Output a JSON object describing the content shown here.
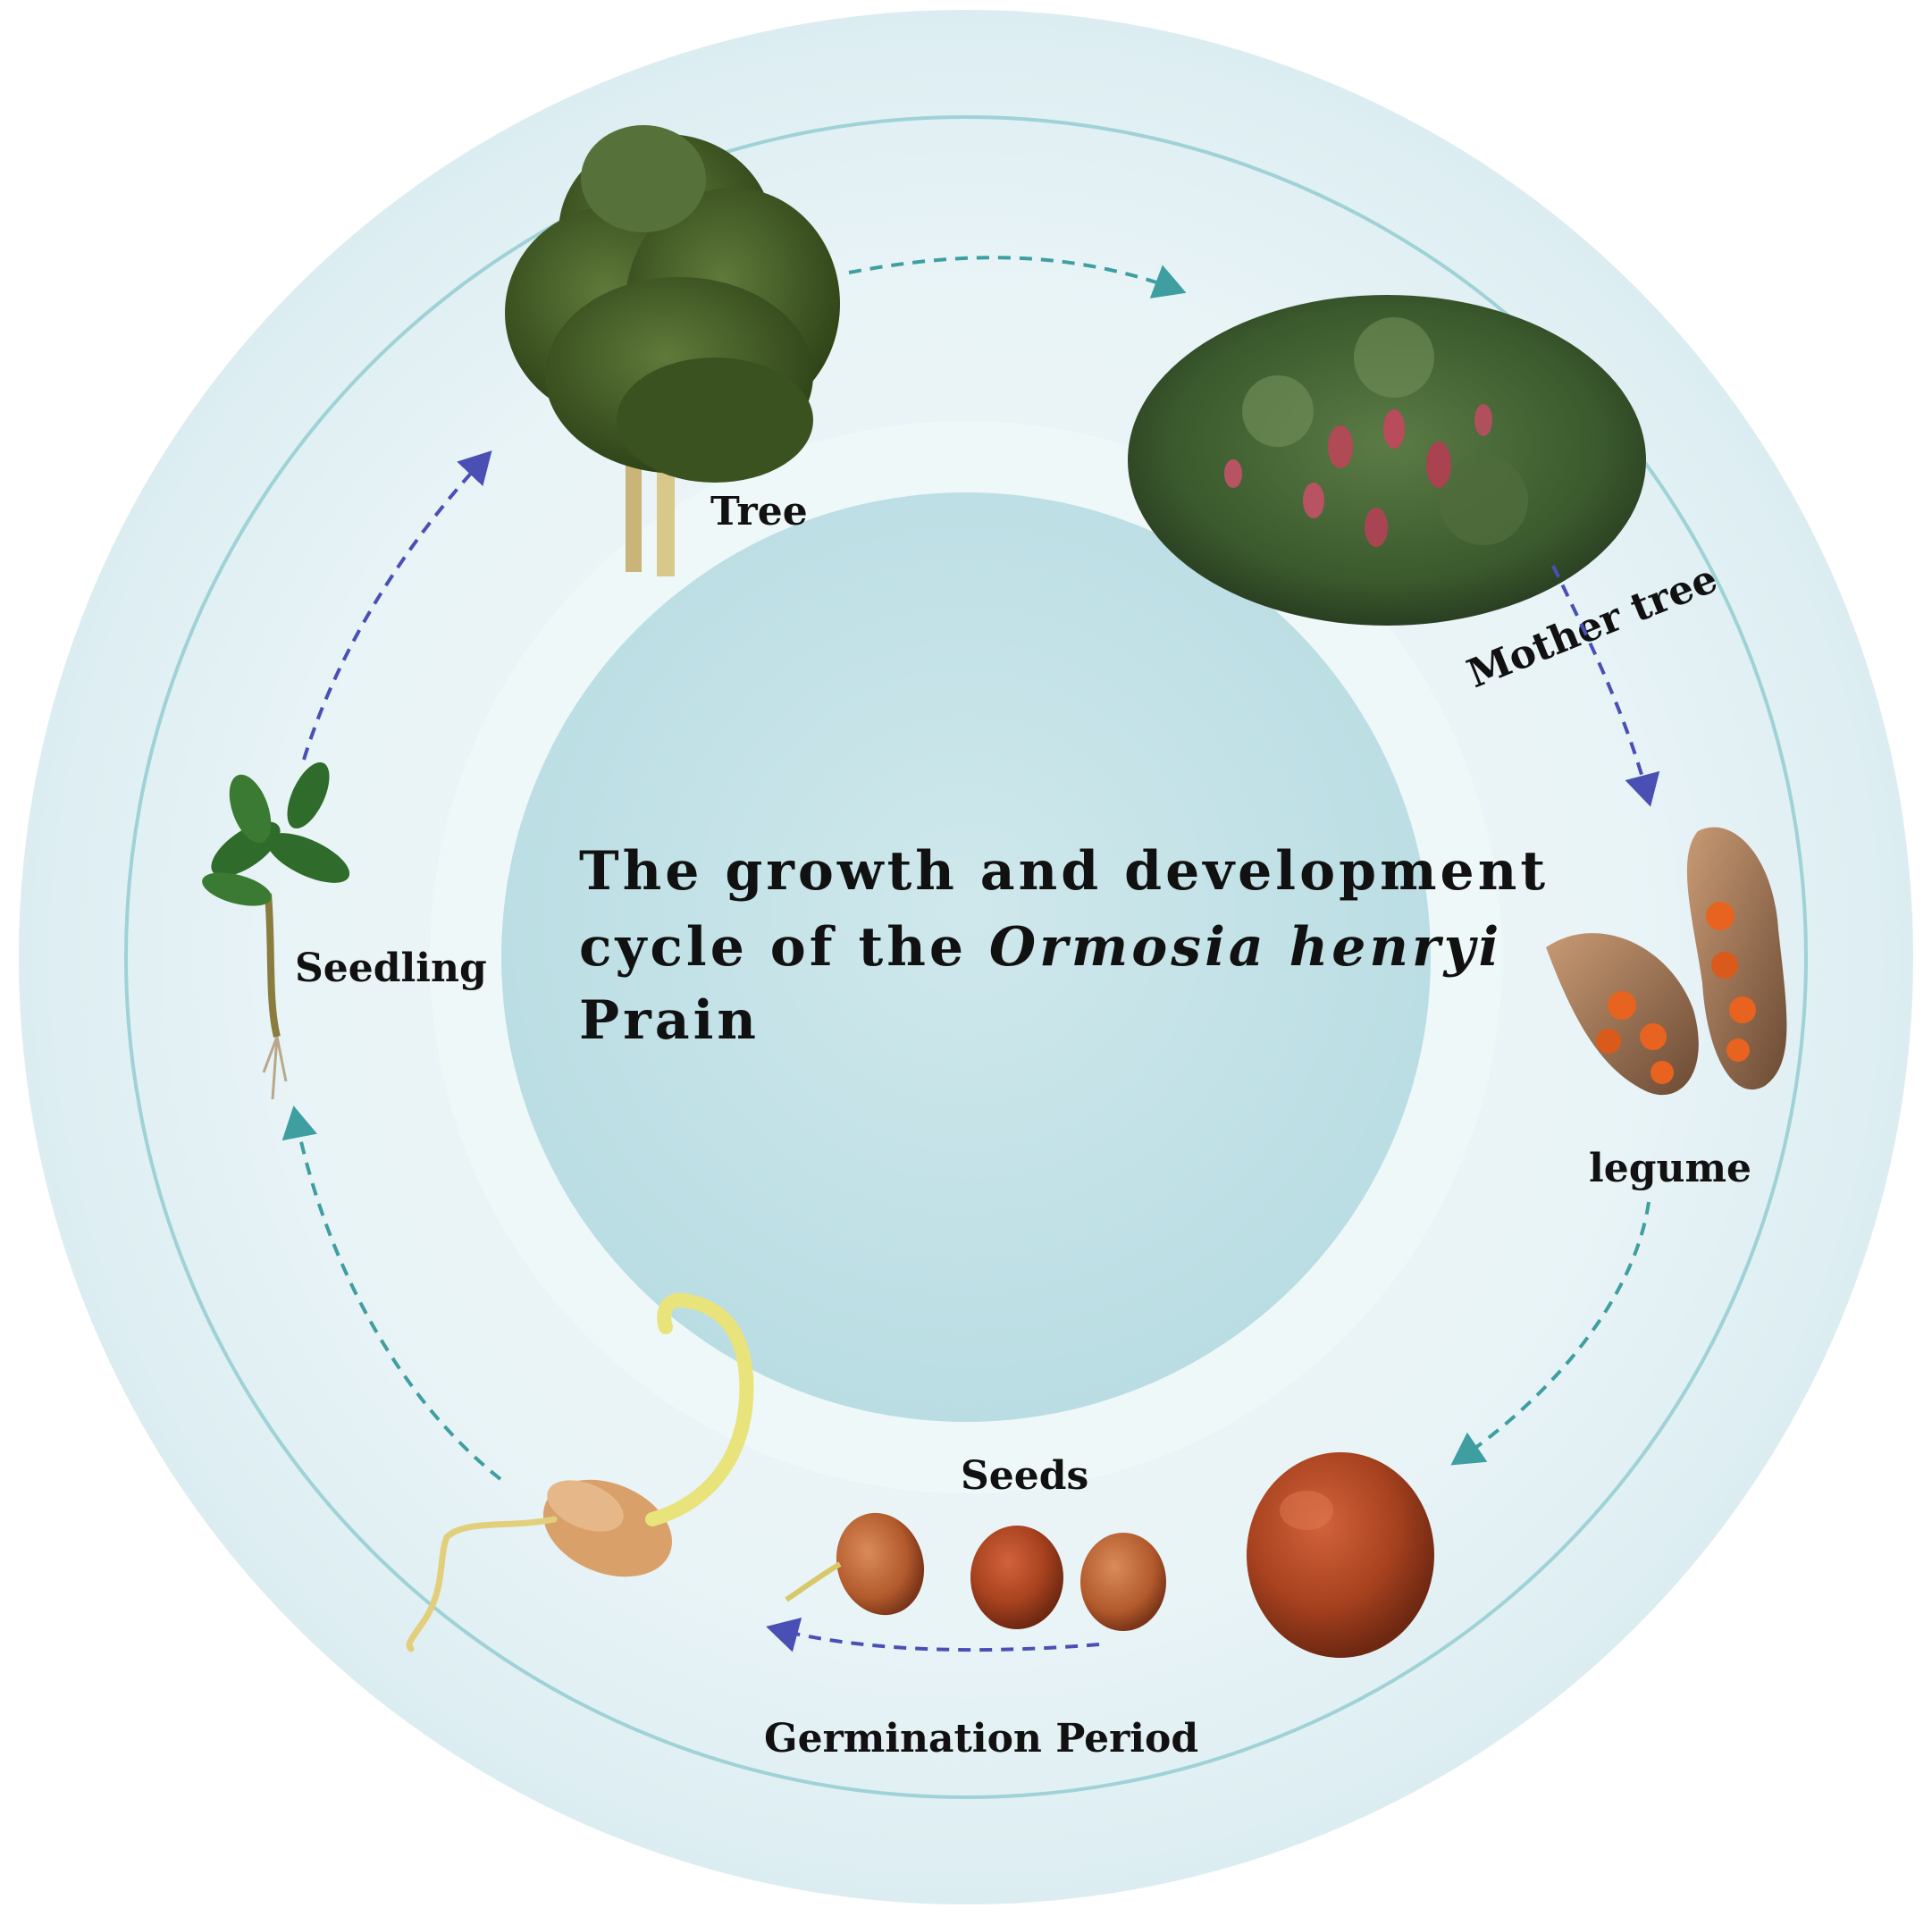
{
  "title": {
    "line1": "The growth and development",
    "line2_prefix": "cycle of the ",
    "line2_italic": "Ormosia henryi",
    "line3": "Prain"
  },
  "stages": {
    "tree": "Tree",
    "mother_tree": "Mother tree",
    "legume": "legume",
    "seeds": "Seeds",
    "germination": "Germination Period",
    "seedling": "Seedling"
  },
  "colors": {
    "outer_ring": "#e6f3f6",
    "inner_disc": "#c8e4ea",
    "ring_line": "#9fd2d6",
    "arrow_teal": "#3e9ea0",
    "arrow_purple": "#4a4fb4"
  }
}
